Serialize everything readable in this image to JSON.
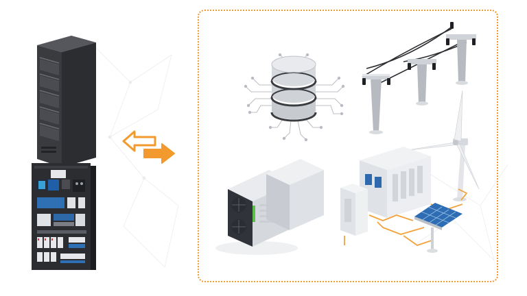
{
  "palette": {
    "accent": "#f39a2e",
    "frame_border": "#f09a2f",
    "dark_cabinet": "#3a3b3f",
    "panel": "#2a2c30",
    "steel": "#dfe3e8",
    "blue": "#2a5ea8",
    "solar": "#2e6db3"
  },
  "illustration": {
    "left": [
      "server-rack",
      "electrical-control-cabinet"
    ],
    "connector": "bidirectional-arrows",
    "right": [
      "database-icon",
      "power-transmission-tower",
      "wind-turbine",
      "crypto-miner",
      "substation",
      "solar-panel"
    ]
  }
}
